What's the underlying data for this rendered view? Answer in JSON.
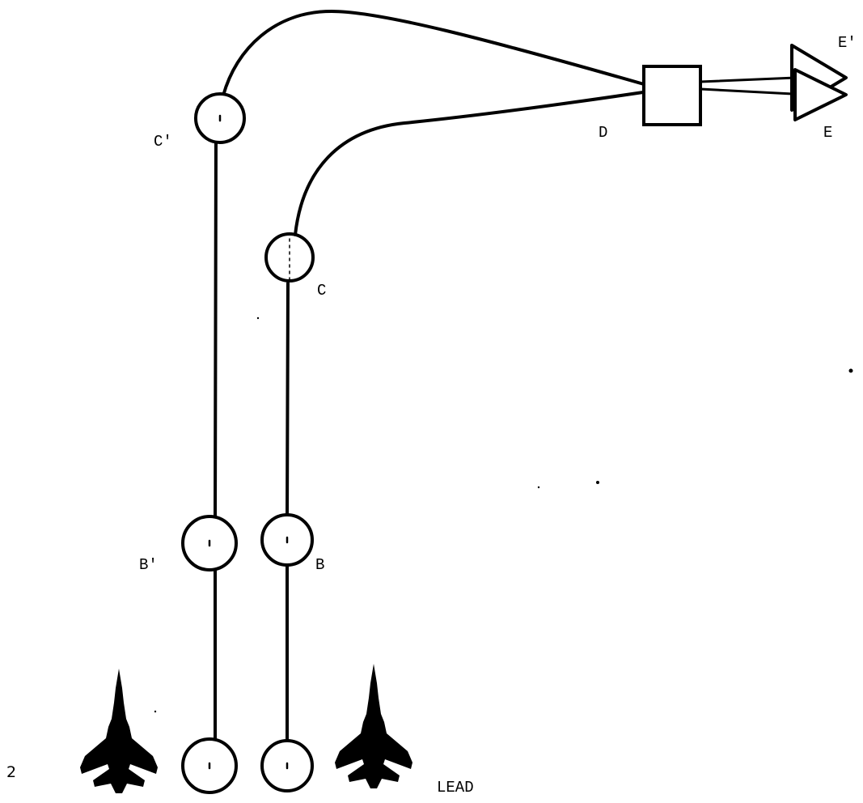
{
  "labels": {
    "c_prime": "C'",
    "c": "C",
    "d": "D",
    "e_prime": "E'",
    "e": "E",
    "b_prime": "B'",
    "b": "B",
    "wingman": "2",
    "lead": "LEAD"
  },
  "icons": {
    "wingman_aircraft": "fighter-jet-icon",
    "lead_aircraft": "fighter-jet-icon"
  },
  "colors": {
    "ink": "#000000",
    "background": "#ffffff"
  }
}
